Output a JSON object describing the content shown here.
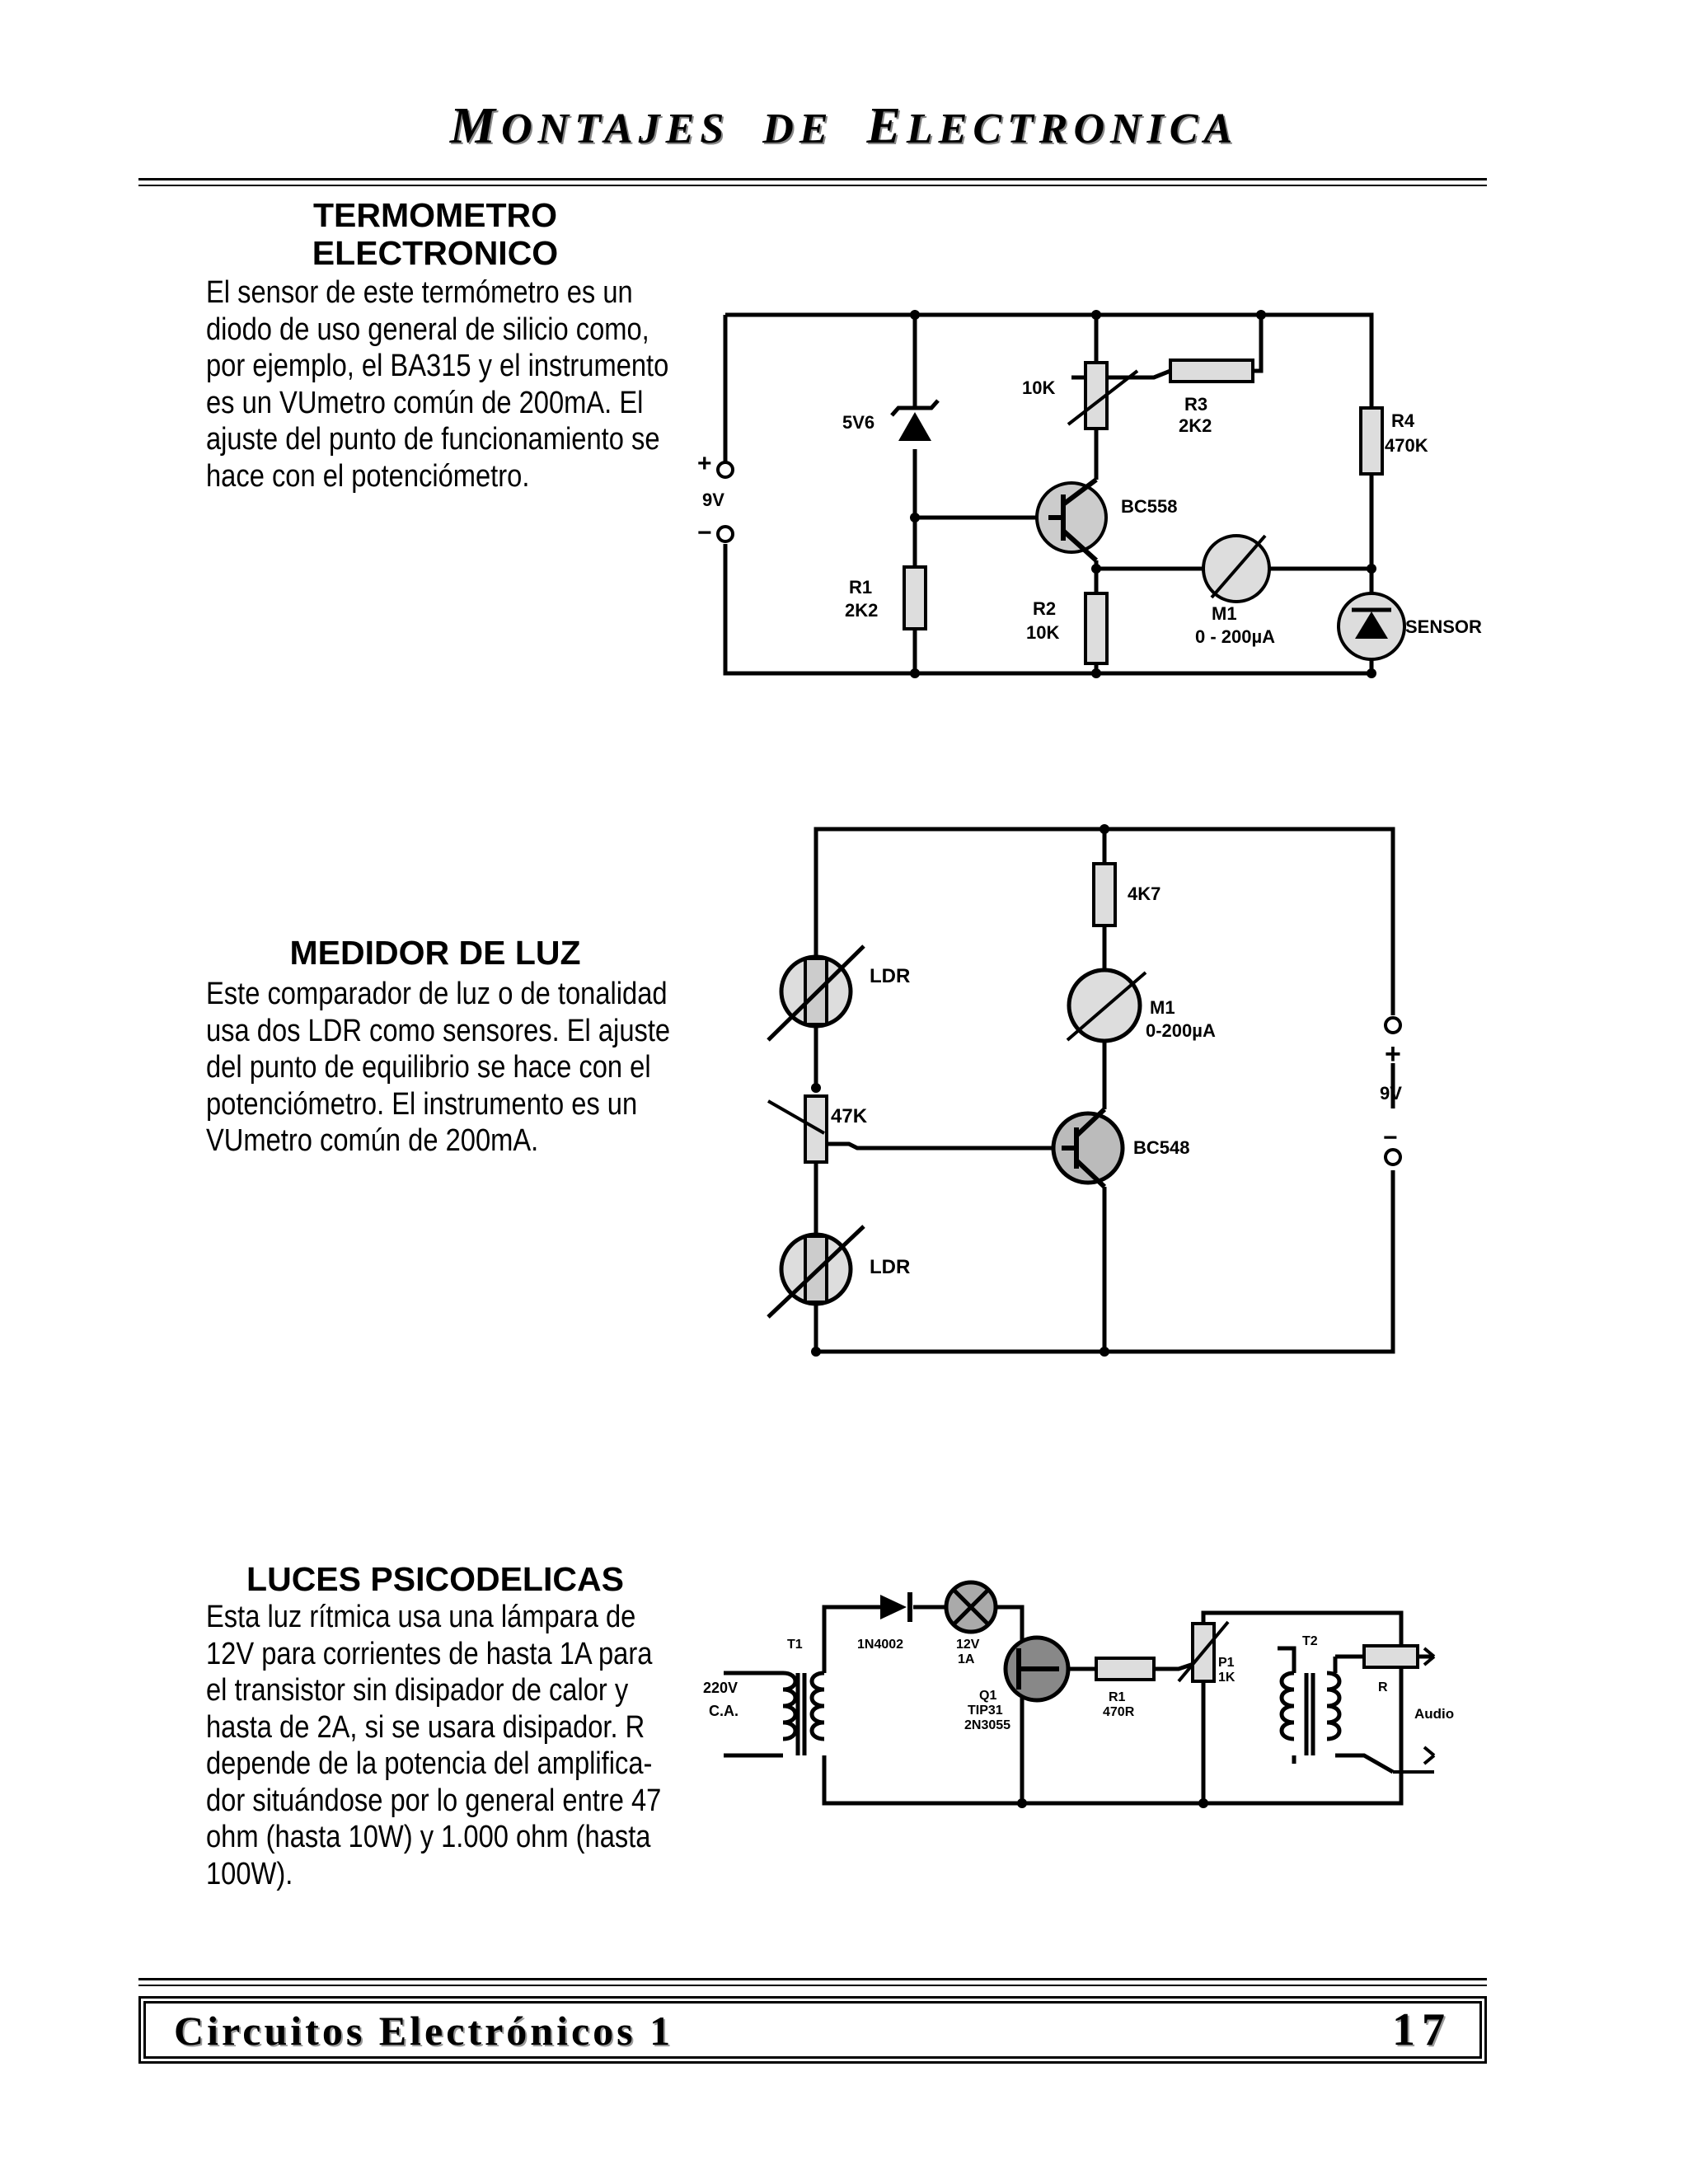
{
  "header": {
    "first_initial": "M",
    "first_rest": "ONTAJES",
    "connector": "DE",
    "second_initial": "E",
    "second_rest": "LECTRONICA"
  },
  "sections": {
    "termometro": {
      "title_line1": "TERMOMETRO",
      "title_line2": "ELECTRONICO",
      "body": [
        "El sensor de este termómetro es un",
        "diodo de uso general de silicio como,",
        "por ejemplo, el BA315 y el instrumento",
        "es un VUmetro común de 200mA. El",
        "ajuste del punto de funcionamiento se",
        "hace con el potenciómetro."
      ],
      "labels": {
        "plus": "+",
        "supply": "9V",
        "minus": "−",
        "zener": "5V6",
        "r1_name": "R1",
        "r1_value": "2K2",
        "pot": "10K",
        "r3_name": "R3",
        "r3_value": "2K2",
        "transistor": "BC558",
        "r2_name": "R2",
        "r2_value": "10K",
        "meter_name": "M1",
        "meter_value": "0 - 200µA",
        "r4_name": "R4",
        "r4_value": "470K",
        "sensor": "SENSOR"
      }
    },
    "medidor": {
      "title": "MEDIDOR  DE LUZ",
      "body": [
        "Este comparador de luz o de tonalidad",
        "usa dos LDR como sensores. El ajuste",
        "del punto de equilibrio se hace con el",
        "potenciómetro. El instrumento es un",
        "VUmetro común de 200mA."
      ],
      "labels": {
        "ldr_top": "LDR",
        "pot": "47K",
        "ldr_bottom": "LDR",
        "resistor": "4K7",
        "meter_name": "M1",
        "meter_value": "0-200µA",
        "transistor": "BC548",
        "plus": "+",
        "supply": "9V",
        "minus": "−"
      }
    },
    "luces": {
      "title": "LUCES PSICODELICAS",
      "body": [
        "Esta luz rítmica usa una lámpara de",
        "12V para corrientes de hasta 1A para",
        "el transistor sin disipador de calor y",
        "hasta de 2A, si se usara disipador. R",
        "depende de la potencia del amplifica-",
        "dor situándose por lo general entre 47",
        "ohm (hasta 10W) y 1.000 ohm (hasta",
        "100W)."
      ],
      "labels": {
        "mains_voltage": "220V",
        "mains_type": "C.A.",
        "t1": "T1",
        "diode": "1N4002",
        "lamp_voltage": "12V",
        "lamp_current": "1A",
        "q1_name": "Q1",
        "q1_type": "TIP31",
        "q1_alt": "2N3055",
        "r1_name": "R1",
        "r1_value": "470R",
        "p1_name": "P1",
        "p1_value": "1K",
        "t2": "T2",
        "r_name": "R",
        "audio": "Audio"
      }
    }
  },
  "footer": {
    "title": "Circuitos Electrónicos 1",
    "page_number": "17"
  }
}
